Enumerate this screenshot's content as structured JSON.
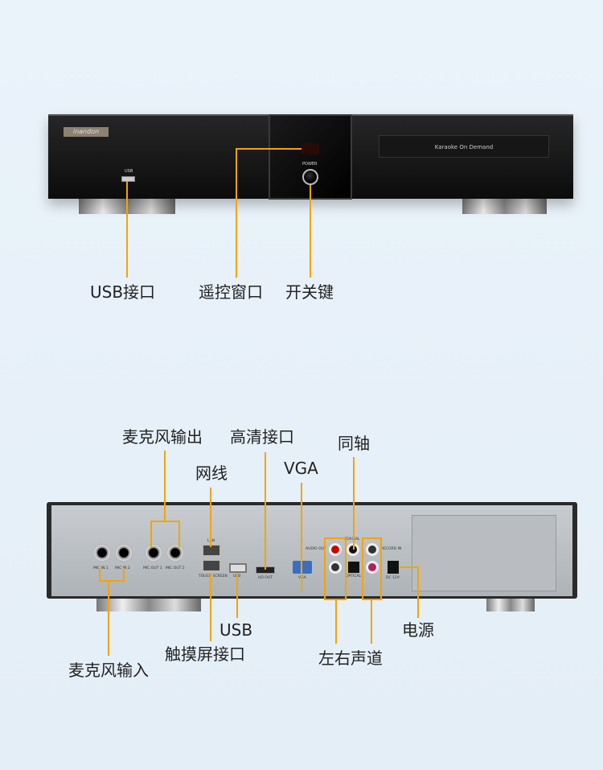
{
  "front": {
    "logo": "inandon",
    "usb": "USB",
    "power": "POWER",
    "tray_text": "Karaoke On Demand"
  },
  "back": {
    "mic_in_1": "MIC IN 1",
    "mic_in_2": "MIC IN 2",
    "mic_out_1": "MIC OUT 1",
    "mic_out_2": "MIC OUT 2",
    "lan": "LAN",
    "touch": "TOUCH SCREEN",
    "usb": "USB",
    "hd_out": "HD OUT",
    "vga": "VGA",
    "audio_out": "AUDIO OUT",
    "coaxial": "COAXIAL",
    "optical": "OPTICAL",
    "record_in": "RECORD IN",
    "dc": "DC 12V"
  },
  "labels": {
    "usb_port": "USB接口",
    "remote_window": "遥控窗口",
    "power_key": "开关键",
    "mic_out": "麦克风输出",
    "hdmi": "高清接口",
    "network": "网线",
    "vga": "VGA",
    "coaxial": "同轴",
    "usb": "USB",
    "touchscreen": "触摸屏接口",
    "power": "电源",
    "lr_channel": "左右声道",
    "mic_in": "麦克风输入"
  },
  "colors": {
    "callout": "#f5a300"
  }
}
